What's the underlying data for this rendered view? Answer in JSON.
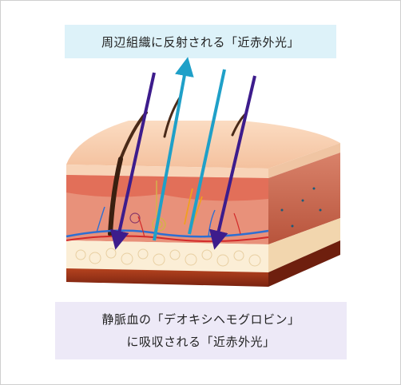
{
  "captions": {
    "top": "周辺組織に反射される「近赤外光」",
    "bottom_line1": "静脈血の「デオキシヘモグロビン」",
    "bottom_line2": "に吸収される「近赤外光」"
  },
  "colors": {
    "absorbed_arrow": "#3d1c8c",
    "reflected_arrow": "#1fa0c8",
    "top_caption_bg": "#ddf2f9",
    "bottom_caption_bg": "#ede9f7"
  }
}
